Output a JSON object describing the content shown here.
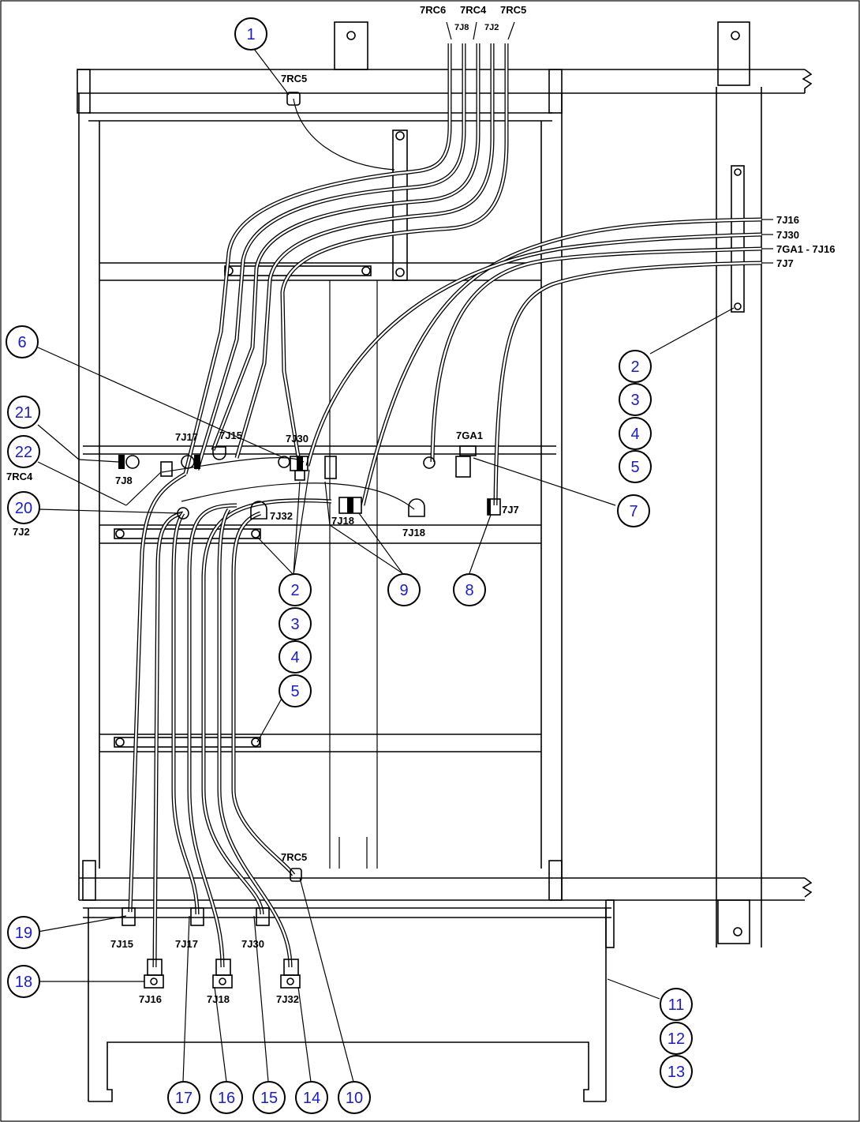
{
  "top_connector_labels": [
    "7RC6",
    "7RC4",
    "7RC5"
  ],
  "top_plug_labels": [
    "7J8",
    "7J2"
  ],
  "right_harness_labels": [
    "7J16",
    "7J30",
    "7GA1 - 7J16",
    "7J7"
  ],
  "component_labels": {
    "rc5_top": "7RC5",
    "rc5_bottom": "7RC5",
    "j17_mid": "7J17",
    "j15_mid": "7J15",
    "j30_mid": "7J30",
    "ga1": "7GA1",
    "j8_mid": "7J8",
    "rc4_left": "7RC4",
    "j2_left": "7J2",
    "j32_mid": "7J32",
    "j18_mid_left": "7J18",
    "j18_mid_right": "7J18",
    "j7_mid": "7J7",
    "j15_bottom": "7J15",
    "j17_bottom": "7J17",
    "j30_bottom": "7J30",
    "j16_bottom": "7J16",
    "j18_bottom": "7J18",
    "j32_bottom": "7J32"
  },
  "callouts": {
    "c1": "1",
    "c6": "6",
    "c21": "21",
    "c22": "22",
    "c20": "20",
    "c2_right": "2",
    "c3_right": "3",
    "c4_right": "4",
    "c5_right": "5",
    "c7": "7",
    "c2_mid": "2",
    "c3_mid": "3",
    "c4_mid": "4",
    "c5_mid": "5",
    "c9": "9",
    "c8": "8",
    "c19": "19",
    "c18": "18",
    "c11": "11",
    "c12": "12",
    "c13": "13",
    "c17": "17",
    "c16": "16",
    "c15": "15",
    "c14": "14",
    "c10": "10"
  },
  "colors": {
    "callout_text": "#1a1adb",
    "line": "#000000",
    "background": "#ffffff"
  }
}
